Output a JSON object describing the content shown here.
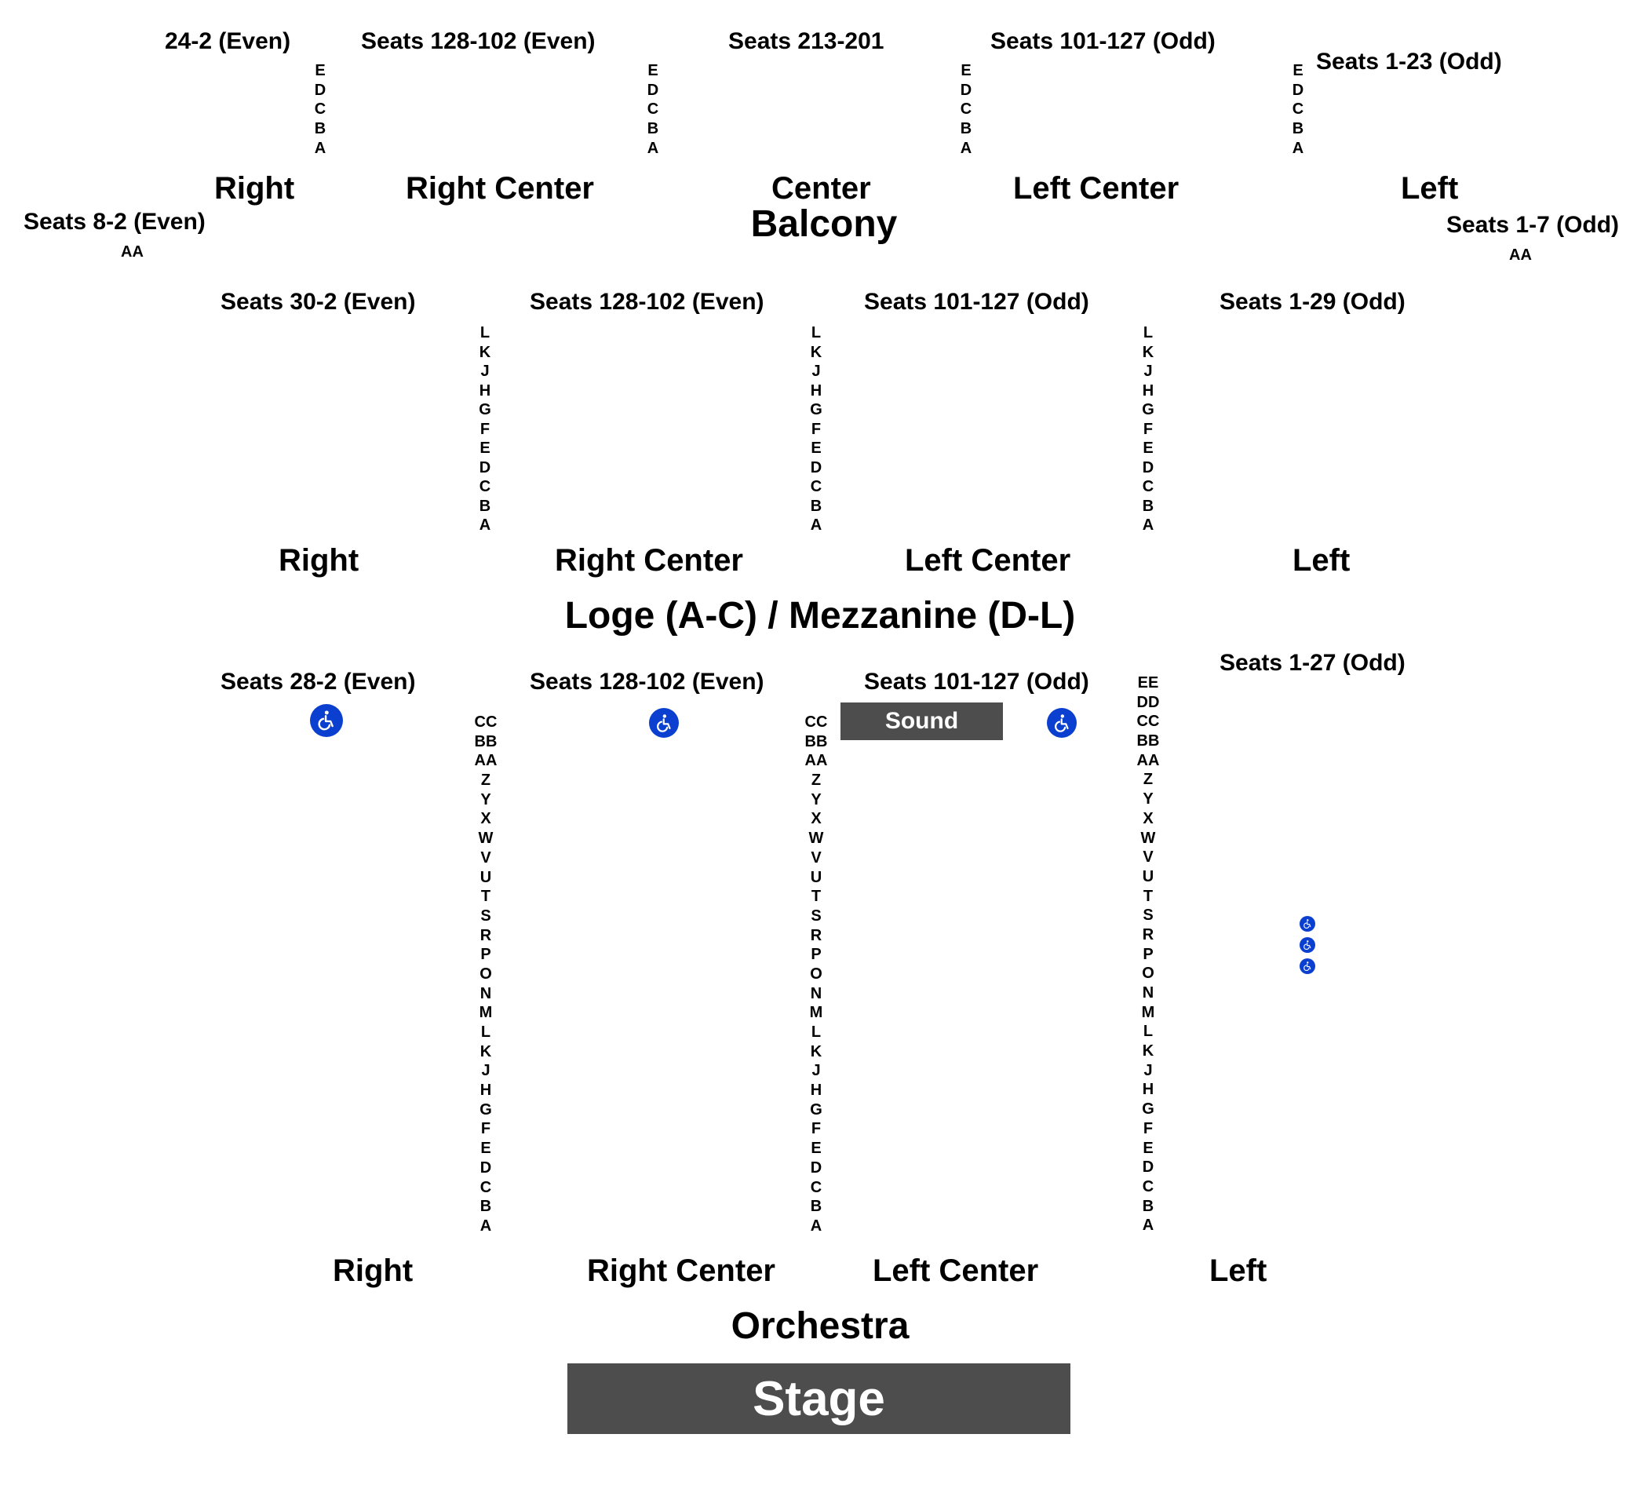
{
  "balcony": {
    "level_label": "Balcony",
    "seats": {
      "right": "24-2 (Even)",
      "right_center": "Seats 128-102 (Even)",
      "center": "Seats 213-201",
      "left_center": "Seats 101-127 (Odd)",
      "left": "Seats 1-23 (Odd)",
      "far_right": "Seats 8-2 (Even)",
      "far_left": "Seats 1-7 (Odd)"
    },
    "sections": {
      "right": "Right",
      "right_center": "Right Center",
      "center": "Center",
      "left_center": "Left Center",
      "left": "Left"
    },
    "rows": [
      "E",
      "D",
      "C",
      "B",
      "A"
    ],
    "box_row": "AA"
  },
  "mezzanine": {
    "level_label": "Loge (A-C) / Mezzanine (D-L)",
    "seats": {
      "right": "Seats 30-2 (Even)",
      "right_center": "Seats 128-102 (Even)",
      "left_center": "Seats 101-127 (Odd)",
      "left": "Seats 1-29 (Odd)"
    },
    "sections": {
      "right": "Right",
      "right_center": "Right Center",
      "left_center": "Left Center",
      "left": "Left"
    },
    "rows": [
      "L",
      "K",
      "J",
      "H",
      "G",
      "F",
      "E",
      "D",
      "C",
      "B",
      "A"
    ]
  },
  "orchestra": {
    "level_label": "Orchestra",
    "seats": {
      "right": "Seats 28-2 (Even)",
      "right_center": "Seats 128-102 (Even)",
      "left_center": "Seats 101-127 (Odd)",
      "left": "Seats 1-27 (Odd)"
    },
    "sections": {
      "right": "Right",
      "right_center": "Right Center",
      "left_center": "Left Center",
      "left": "Left"
    },
    "rows_a": [
      "CC",
      "BB",
      "AA",
      "Z",
      "Y",
      "X",
      "W",
      "V",
      "U",
      "T",
      "S",
      "R",
      "P",
      "O",
      "N",
      "M",
      "L",
      "K",
      "J",
      "H",
      "G",
      "F",
      "E",
      "D",
      "C",
      "B",
      "A"
    ],
    "rows_b": [
      "EE",
      "DD",
      "CC",
      "BB",
      "AA",
      "Z",
      "Y",
      "X",
      "W",
      "V",
      "U",
      "T",
      "S",
      "R",
      "P",
      "O",
      "N",
      "M",
      "L",
      "K",
      "J",
      "H",
      "G",
      "F",
      "E",
      "D",
      "C",
      "B",
      "A"
    ],
    "sound_label": "Sound"
  },
  "stage_label": "Stage",
  "colors": {
    "accessible": "#0a3fcf",
    "block": "#4d4d4d"
  },
  "icons": {
    "accessible": "wheelchair-icon"
  }
}
